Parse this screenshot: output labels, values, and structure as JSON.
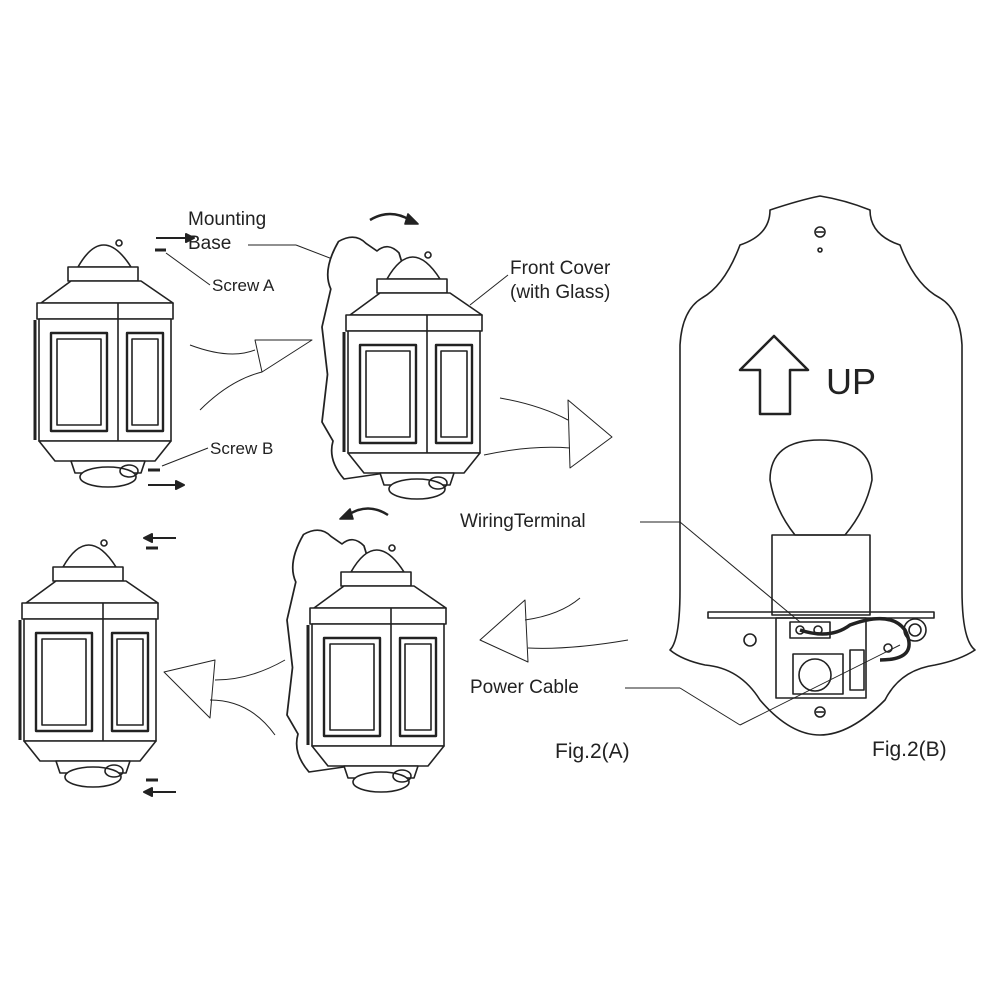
{
  "labels": {
    "mounting_base_line1": "Mounting",
    "mounting_base_line2": "Base",
    "screw_a": "Screw A",
    "screw_b": "Screw B",
    "front_cover_line1": "Front Cover",
    "front_cover_line2": "(with Glass)",
    "up": "UP",
    "wiring_terminal": "WiringTerminal",
    "power_cable": "Power Cable",
    "fig_a": "Fig.2(A)",
    "fig_b": "Fig.2(B)"
  },
  "colors": {
    "line": "#222222",
    "background": "#ffffff"
  }
}
